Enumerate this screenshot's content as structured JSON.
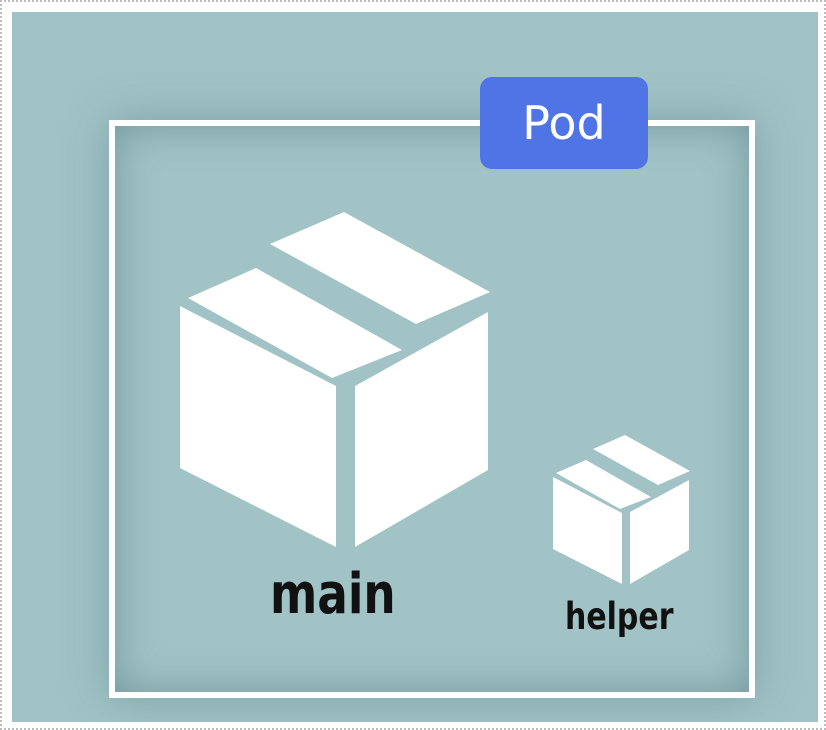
{
  "pod": {
    "label": "Pod"
  },
  "containers": {
    "main": {
      "label": "main"
    },
    "helper": {
      "label": "helper"
    }
  },
  "colors": {
    "background": "#a1c3c6",
    "pod_border": "#ffffff",
    "badge": "#4f74e6",
    "box_fill": "#ffffff",
    "label_text": "#111111"
  },
  "icons": {
    "main": "box-icon",
    "helper": "box-icon"
  }
}
